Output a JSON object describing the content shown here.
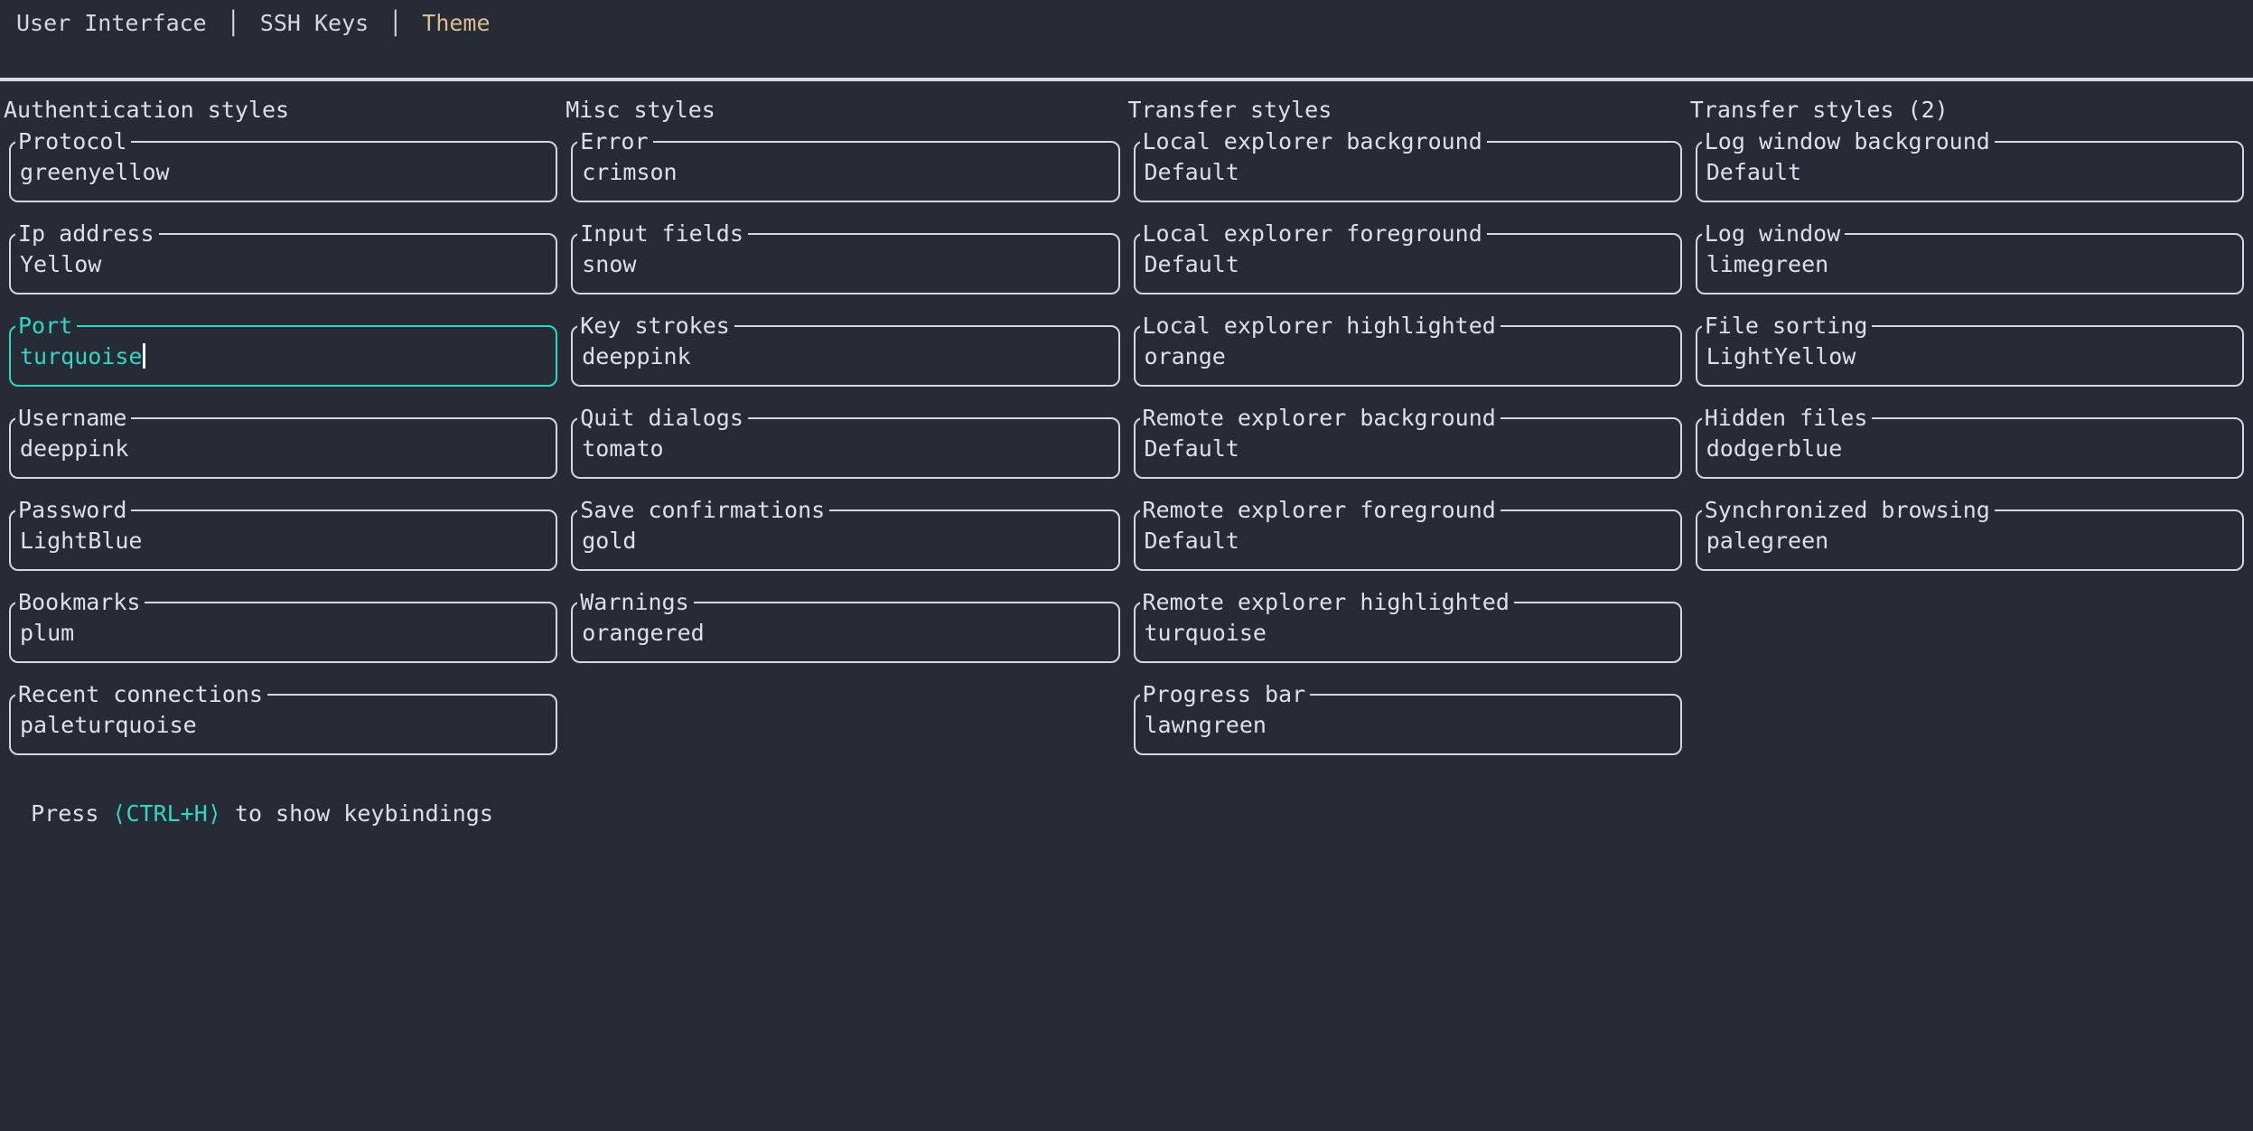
{
  "tabs": {
    "separator": "│",
    "items": [
      {
        "label": "User Interface",
        "active": false
      },
      {
        "label": "SSH Keys",
        "active": false
      },
      {
        "label": "Theme",
        "active": true
      }
    ]
  },
  "columns": [
    {
      "title": "Authentication styles",
      "fields": [
        {
          "label": "Protocol",
          "value": "greenyellow",
          "focused": false
        },
        {
          "label": "Ip address",
          "value": "Yellow",
          "focused": false
        },
        {
          "label": "Port",
          "value": "turquoise",
          "focused": true
        },
        {
          "label": "Username",
          "value": "deeppink",
          "focused": false
        },
        {
          "label": "Password",
          "value": "LightBlue",
          "focused": false
        },
        {
          "label": "Bookmarks",
          "value": "plum",
          "focused": false
        },
        {
          "label": "Recent connections",
          "value": "paleturquoise",
          "focused": false
        }
      ]
    },
    {
      "title": "Misc styles",
      "fields": [
        {
          "label": "Error",
          "value": "crimson",
          "focused": false
        },
        {
          "label": "Input fields",
          "value": "snow",
          "focused": false
        },
        {
          "label": "Key strokes",
          "value": "deeppink",
          "focused": false
        },
        {
          "label": "Quit dialogs",
          "value": "tomato",
          "focused": false
        },
        {
          "label": "Save confirmations",
          "value": "gold",
          "focused": false
        },
        {
          "label": "Warnings",
          "value": "orangered",
          "focused": false
        }
      ]
    },
    {
      "title": "Transfer styles",
      "fields": [
        {
          "label": "Local explorer background",
          "value": "Default",
          "focused": false
        },
        {
          "label": "Local explorer foreground",
          "value": "Default",
          "focused": false
        },
        {
          "label": "Local explorer highlighted",
          "value": "orange",
          "focused": false
        },
        {
          "label": "Remote explorer background",
          "value": "Default",
          "focused": false
        },
        {
          "label": "Remote explorer foreground",
          "value": "Default",
          "focused": false
        },
        {
          "label": "Remote explorer highlighted",
          "value": "turquoise",
          "focused": false
        },
        {
          "label": "Progress bar",
          "value": "lawngreen",
          "focused": false
        }
      ]
    },
    {
      "title": "Transfer styles (2)",
      "fields": [
        {
          "label": "Log window background",
          "value": "Default",
          "focused": false
        },
        {
          "label": "Log window",
          "value": "limegreen",
          "focused": false
        },
        {
          "label": "File sorting",
          "value": "LightYellow",
          "focused": false
        },
        {
          "label": "Hidden files",
          "value": "dodgerblue",
          "focused": false
        },
        {
          "label": "Synchronized browsing",
          "value": "palegreen",
          "focused": false
        }
      ]
    }
  ],
  "status": {
    "prefix": "Press ",
    "key": "⟨CTRL+H⟩",
    "suffix": " to show keybindings"
  },
  "colors": {
    "background": "#262b36",
    "foreground": "#dde0e5",
    "border": "#d4d8dd",
    "focus_accent": "#2fd8c4",
    "active_tab": "#d9be91",
    "cursor": "#ffffff"
  }
}
